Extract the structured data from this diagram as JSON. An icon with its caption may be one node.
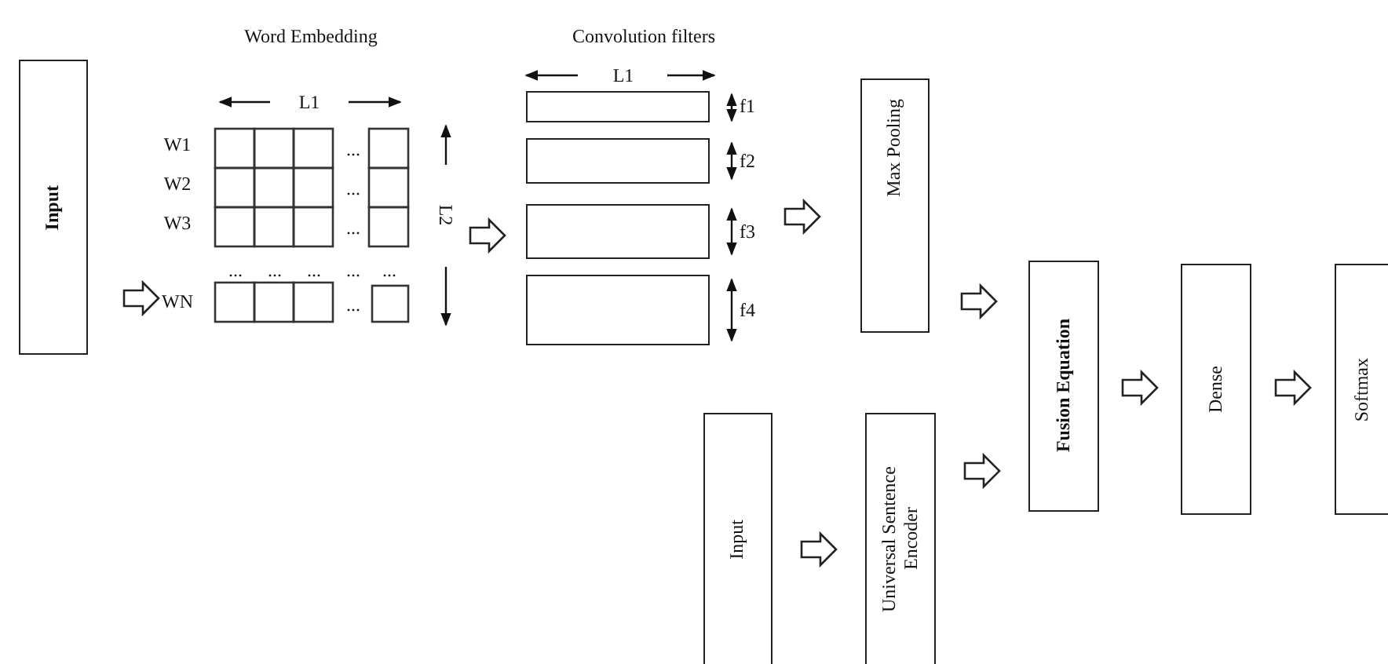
{
  "diagram": {
    "nodes": [
      {
        "text": [
          "Input"
        ]
      },
      {
        "text": [
          "Word Embedding"
        ]
      },
      {
        "text": [
          "Convolution filters"
        ]
      },
      {
        "text": [],
        "shape": "box",
        "in": 2,
        "beside": [
          "f1"
        ]
      },
      {
        "text": [],
        "shape": "box",
        "in": 2,
        "beside": [
          "f2"
        ]
      },
      {
        "text": [],
        "shape": "box",
        "in": 2,
        "beside": [
          "f3"
        ]
      },
      {
        "text": [],
        "shape": "box",
        "in": 2,
        "beside": [
          "f4"
        ]
      },
      {
        "text": [
          "Max Pooling"
        ]
      },
      {
        "text": [
          "Input"
        ]
      },
      {
        "text": [
          "Universal Sentence Encoder"
        ]
      },
      {
        "text": [
          "Fusion Equation"
        ]
      },
      {
        "text": [
          "Dense"
        ]
      },
      {
        "text": [
          "Softmax"
        ]
      }
    ],
    "edges": [
      {
        "from": 0,
        "to": 1,
        "arrow": "to"
      },
      {
        "from": 1,
        "to": 2,
        "arrow": "to"
      },
      {
        "from": 2,
        "to": 7,
        "arrow": "to"
      },
      {
        "from": 7,
        "to": 10,
        "arrow": "to"
      },
      {
        "from": 9,
        "to": 10,
        "arrow": "to"
      },
      {
        "from": 10,
        "to": 11,
        "arrow": "to"
      },
      {
        "from": 11,
        "to": 12,
        "arrow": "to"
      },
      {
        "from": 8,
        "to": 9,
        "arrow": "to"
      }
    ],
    "labels": [
      "L1",
      "L1",
      "W1",
      "...",
      "W2",
      "...",
      "W3",
      "...",
      "L2",
      "...",
      "...",
      "...",
      "...",
      "...",
      "WN",
      "..."
    ]
  }
}
